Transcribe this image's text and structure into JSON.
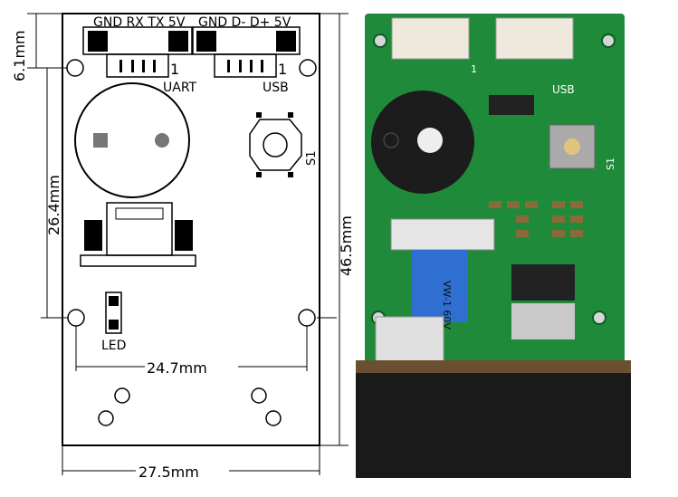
{
  "drawing": {
    "uart_pins": "GND RX TX 5V",
    "usb_pins": "GND D- D+ 5V",
    "uart_label": "UART",
    "usb_label": "USB",
    "pin1_uart": "1",
    "pin1_usb": "1",
    "switch_label": "S1",
    "led_label": "LED",
    "dim_top": "6.1mm",
    "dim_left": "26.4mm",
    "dim_right": "46.5mm",
    "dim_hole_span": "24.7mm",
    "dim_width": "27.5mm"
  },
  "photo": {
    "uart_label": "1",
    "usb_label": "USB",
    "switch_label": "S1",
    "cable_text": "VW-1 60V",
    "pcb_color": "#1f8a3a",
    "block_color": "#1a1a1a"
  }
}
